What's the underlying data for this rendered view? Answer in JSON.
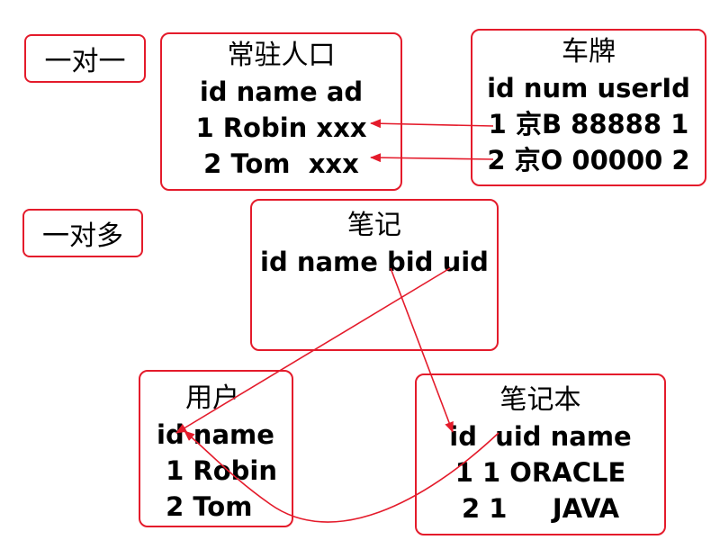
{
  "labels": {
    "one_to_one": "一对一",
    "one_to_many": "一对多"
  },
  "resident": {
    "title": "常驻人口",
    "header": "id name ad",
    "rows": [
      "1 Robin xxx",
      "2 Tom  xxx"
    ]
  },
  "plate": {
    "title": "车牌",
    "header": "id num userId",
    "rows": [
      "1 京B 88888 1",
      "2 京O 00000 2"
    ]
  },
  "note": {
    "title": "笔记",
    "header": "id name bid uid"
  },
  "user": {
    "title": "用户",
    "header": "id name",
    "rows": [
      " 1 Robin",
      " 2 Tom"
    ]
  },
  "notebook": {
    "title": "笔记本",
    "header": "id  uid name",
    "rows": [
      "1 1 ORACLE",
      "2 1     JAVA"
    ]
  },
  "colors": {
    "accent": "#e41b2b"
  }
}
